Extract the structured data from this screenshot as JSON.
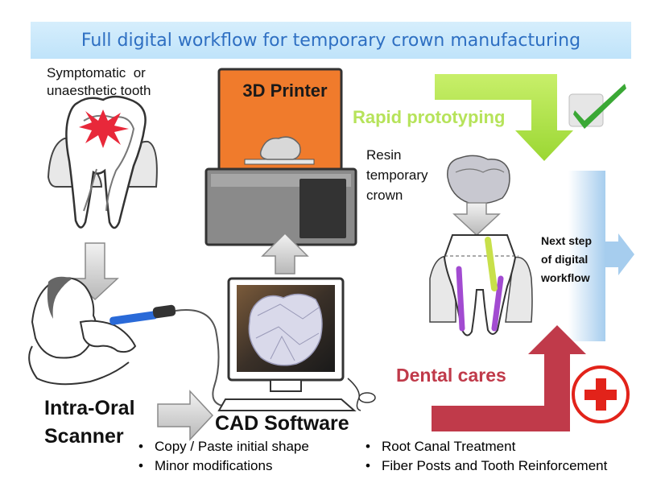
{
  "title": "Full digital workflow for temporary crown manufacturing",
  "labels": {
    "symptomatic_line1": "Symptomatic  or",
    "symptomatic_line2": "unaesthetic tooth",
    "printer": "3D Printer",
    "rapid_prototyping": "Rapid prototyping",
    "resin_line1": "Resin",
    "resin_line2": "temporary",
    "resin_line3": "crown",
    "next_line1": "Next step",
    "next_line2": "of digital",
    "next_line3": "workflow",
    "dental_cares": "Dental cares",
    "scanner_line1": "Intra-Oral",
    "scanner_line2": "Scanner",
    "cad_software": "CAD Software"
  },
  "cad_bullets": [
    "Copy / Paste initial shape",
    "Minor modifications"
  ],
  "dental_bullets": [
    "Root Canal Treatment",
    "Fiber Posts and Tooth Reinforcement"
  ],
  "colors": {
    "title_text": "#2e6fc2",
    "title_bg": "#c9e8fb",
    "printer_orange": "#f07b2c",
    "rapid_green": "#a8df3a",
    "dental_red": "#c03a4a",
    "next_blue": "#a6cdee",
    "red_cross": "#e2231a",
    "check_green": "#3aa835"
  }
}
